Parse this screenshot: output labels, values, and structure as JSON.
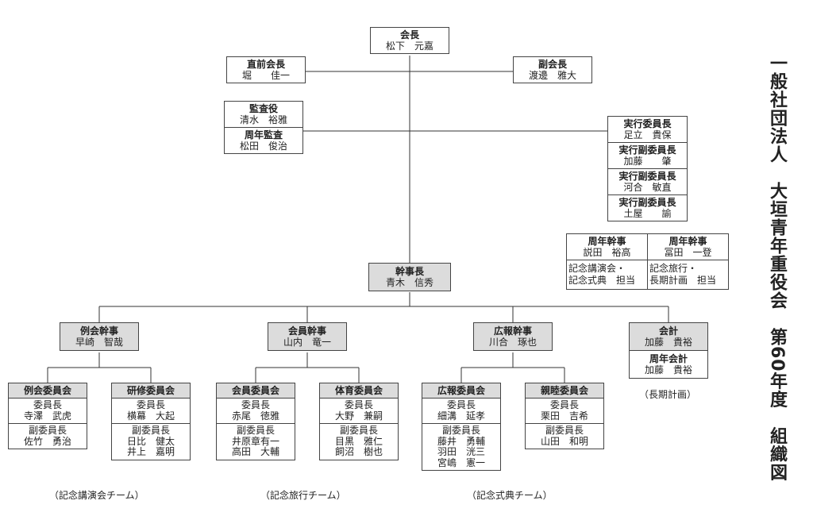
{
  "title_vertical": "一般社団法人　大垣青年重役会　第60年度　組織図",
  "president": {
    "title": "会長",
    "name": "松下　元嘉"
  },
  "former_president": {
    "title": "直前会長",
    "name": "堀　　佳一"
  },
  "vice_president": {
    "title": "副会長",
    "name": "渡邊　雅大"
  },
  "auditor": {
    "title": "監査役",
    "name": "清水　裕雅"
  },
  "anniversary_auditor": {
    "title": "周年監査",
    "name": "松田　俊治"
  },
  "executive_committee": [
    {
      "title": "実行委員長",
      "name": "足立　貴保"
    },
    {
      "title": "実行副委員長",
      "name": "加藤　　肇"
    },
    {
      "title": "実行副委員長",
      "name": "河合　敏直"
    },
    {
      "title": "実行副委員長",
      "name": "土屋　　諭"
    }
  ],
  "anniversary_secretaries": [
    {
      "title": "周年幹事",
      "name": "説田　裕高",
      "duty": "記念講演会・\n記念式典　担当"
    },
    {
      "title": "周年幹事",
      "name": "冨田　一登",
      "duty": "記念旅行・\n長期計画　担当"
    }
  ],
  "chief_secretary": {
    "title": "幹事長",
    "name": "青木　信秀"
  },
  "secretaries": [
    {
      "title": "例会幹事",
      "name": "早崎　智哉"
    },
    {
      "title": "会員幹事",
      "name": "山内　竜一"
    },
    {
      "title": "広報幹事",
      "name": "川合　琢也"
    }
  ],
  "treasurer": {
    "title": "会計",
    "name": "加藤　貴裕"
  },
  "anniversary_treasurer": {
    "title": "周年会計",
    "name": "加藤　貴裕"
  },
  "treasurer_note": "（長期計画）",
  "committees": [
    {
      "name": "例会委員会",
      "chair": "委員長\n寺澤　武虎",
      "vice": "副委員長\n佐竹　勇治"
    },
    {
      "name": "研修委員会",
      "chair": "委員長\n横幕　大起",
      "vice": "副委員長\n日比　健太\n井上　嘉明"
    },
    {
      "name": "会員委員会",
      "chair": "委員長\n赤尾　徳雅",
      "vice": "副委員長\n井原章有一\n高田　大輔"
    },
    {
      "name": "体育委員会",
      "chair": "委員長\n大野　兼嗣",
      "vice": "副委員長\n目黒　雅仁\n飼沼　樹也"
    },
    {
      "name": "広報委員会",
      "chair": "委員長\n細溝　延孝",
      "vice": "副委員長\n藤井　勇輔\n羽田　洸三\n宮嶋　憲一"
    },
    {
      "name": "親睦委員会",
      "chair": "委員長\n栗田　吉希",
      "vice": "副委員長\n山田　和明"
    }
  ],
  "team_notes": [
    "（記念講演会チーム）",
    "（記念旅行チーム）",
    "（記念式典チーム）"
  ]
}
